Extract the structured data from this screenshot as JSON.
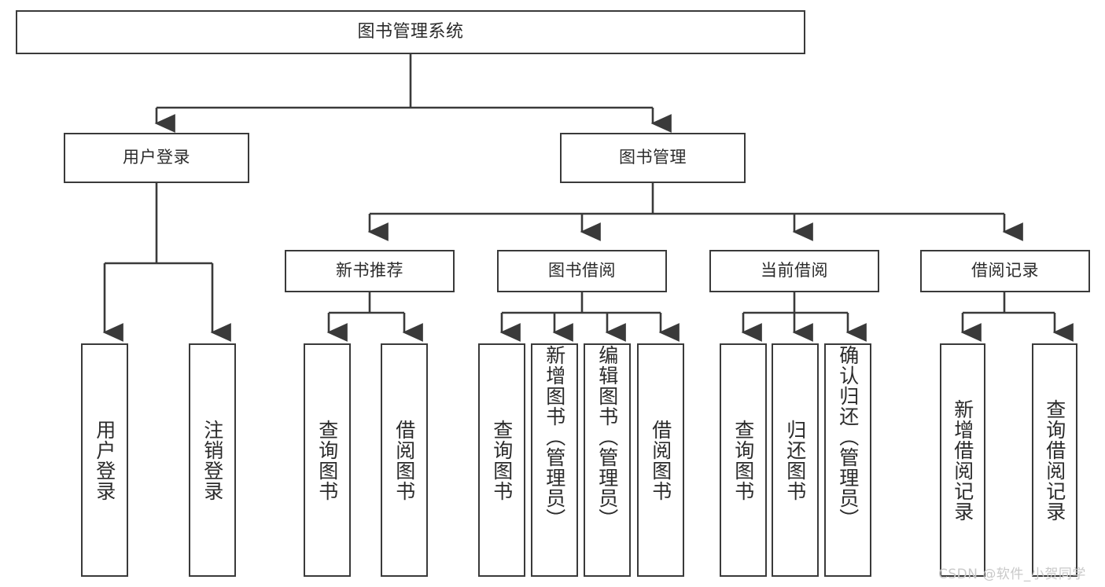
{
  "diagram": {
    "title": "图书管理系统",
    "type": "tree-hierarchy-chart",
    "levels": 4,
    "colors": {
      "box_border": "#3a3a3a",
      "box_fill": "#ffffff",
      "connector": "#3a3a3a",
      "text": "#2b2b2b",
      "watermark": "#c9c9c9",
      "background": "#ffffff"
    },
    "nodes": {
      "root": {
        "label": "图书管理系统"
      },
      "level2": [
        {
          "label": "用户登录"
        },
        {
          "label": "图书管理"
        }
      ],
      "level3": [
        {
          "label": "新书推荐"
        },
        {
          "label": "图书借阅"
        },
        {
          "label": "当前借阅"
        },
        {
          "label": "借阅记录"
        }
      ],
      "leaves_user_login": [
        {
          "label": "用户登录"
        },
        {
          "label": "注销登录"
        }
      ],
      "leaves_new_book": [
        {
          "label": "查询图书"
        },
        {
          "label": "借阅图书"
        }
      ],
      "leaves_borrow": [
        {
          "label": "查询图书"
        },
        {
          "label": "新增图书（管理员）"
        },
        {
          "label": "编辑图书（管理员）"
        },
        {
          "label": "借阅图书"
        }
      ],
      "leaves_current": [
        {
          "label": "查询图书"
        },
        {
          "label": "归还图书"
        },
        {
          "label": "确认归还（管理员）"
        }
      ],
      "leaves_records": [
        {
          "label": "新增借阅记录"
        },
        {
          "label": "查询借阅记录"
        }
      ]
    },
    "watermark": "CSDN @软件_小贺同学"
  }
}
